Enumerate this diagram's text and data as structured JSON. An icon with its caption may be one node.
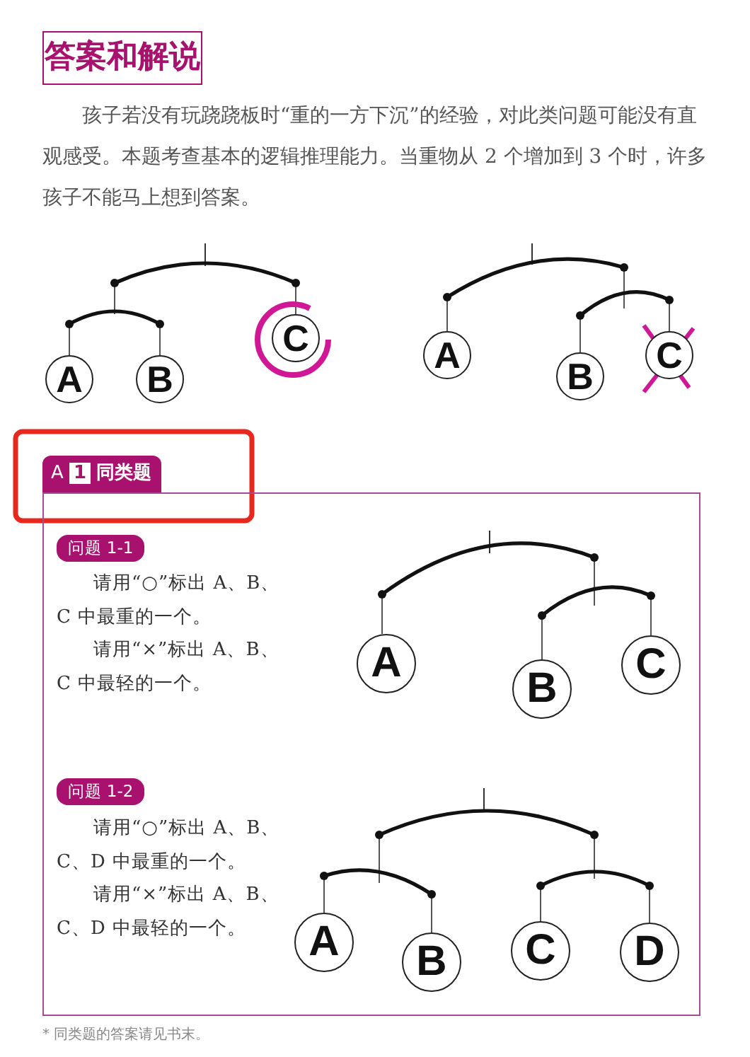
{
  "diagram": {
    "title": "答案和解说",
    "nodes": [
      {
        "text": [
          "A"
        ]
      },
      {
        "text": [
          "B"
        ]
      },
      {
        "text": [
          "C"
        ]
      },
      {
        "text": [
          "A"
        ]
      },
      {
        "text": [
          "B"
        ]
      },
      {
        "text": [
          "C"
        ]
      },
      {
        "text": [
          "A 1 同类题"
        ]
      },
      {
        "text": [
          "问题 1-1"
        ],
        "in": 6
      },
      {
        "text": [
          "A"
        ],
        "in": 6
      },
      {
        "text": [
          "B"
        ],
        "in": 6
      },
      {
        "text": [
          "C"
        ],
        "in": 6
      },
      {
        "text": [
          "问题 1-2"
        ],
        "in": 6
      },
      {
        "text": [
          "A"
        ],
        "in": 6
      },
      {
        "text": [
          "B"
        ],
        "in": 6
      },
      {
        "text": [
          "C"
        ],
        "in": 6
      },
      {
        "text": [
          "D"
        ],
        "in": 6
      }
    ],
    "labels": [
      "孩子若没有玩跷跷板时“重的一方下沉”的经验，对此类问题可能没有直观感受。本题考查基本的逻辑推理能力。当重物从 2 个增加到 3 个时，许多孩子不能马上想到答案。",
      "请用“○”标出 A、B、C 中最重的一个。",
      "请用“×”标出 A、B、C 中最轻的一个。",
      "请用“○”标出 A、B、C、D 中最重的一个。",
      "请用“×”标出 A、B、C、D 中最轻的一个。",
      "* 同类题的答案请见书末。"
    ]
  }
}
